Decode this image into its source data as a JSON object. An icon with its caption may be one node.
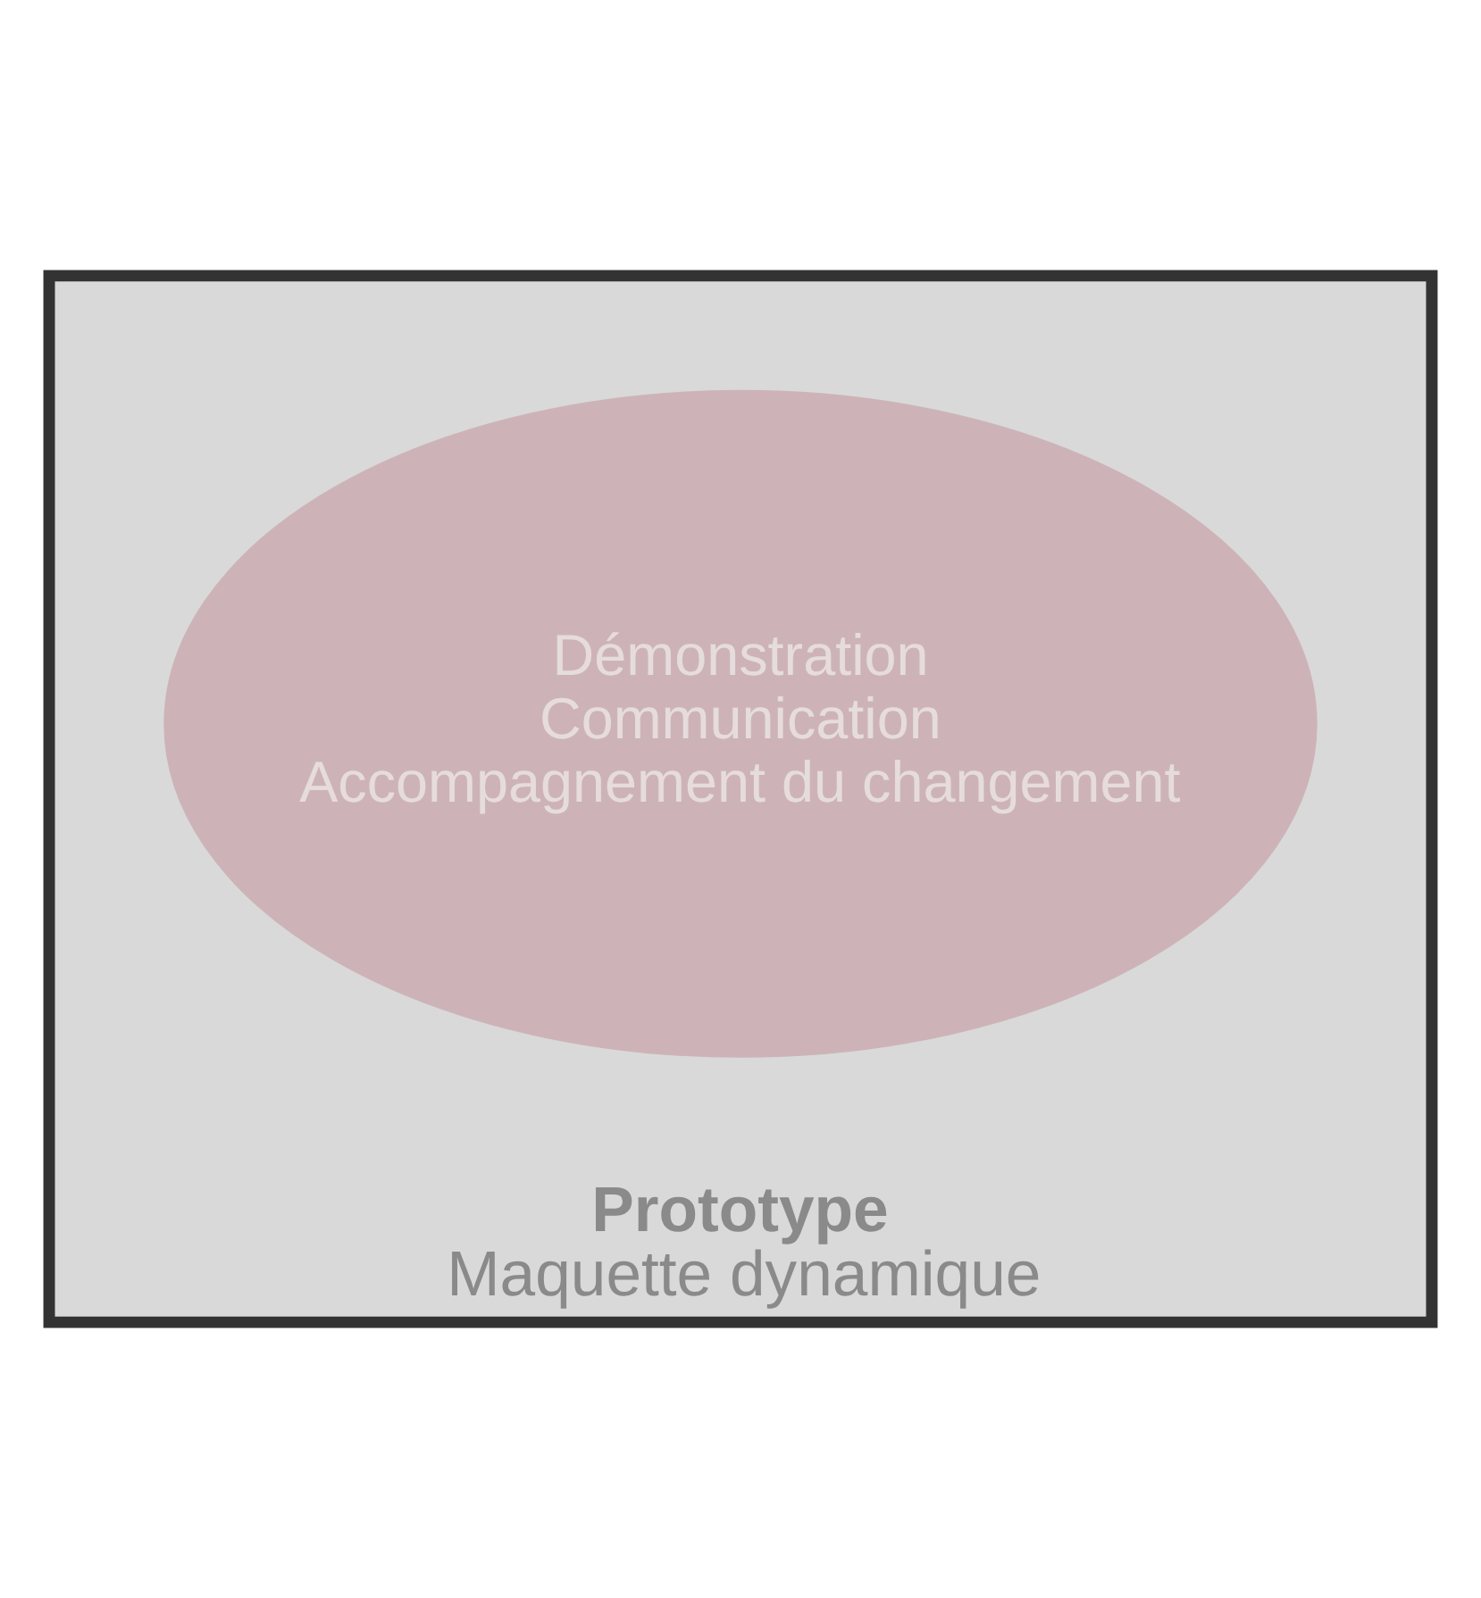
{
  "diagram": {
    "nodes": [
      {
        "text": [
          "Prototype",
          "Maquette dynamique"
        ]
      },
      {
        "text": [
          "Démonstration",
          "Communication",
          "Accompagnement du changement"
        ],
        "in": 0
      }
    ],
    "edges": []
  }
}
